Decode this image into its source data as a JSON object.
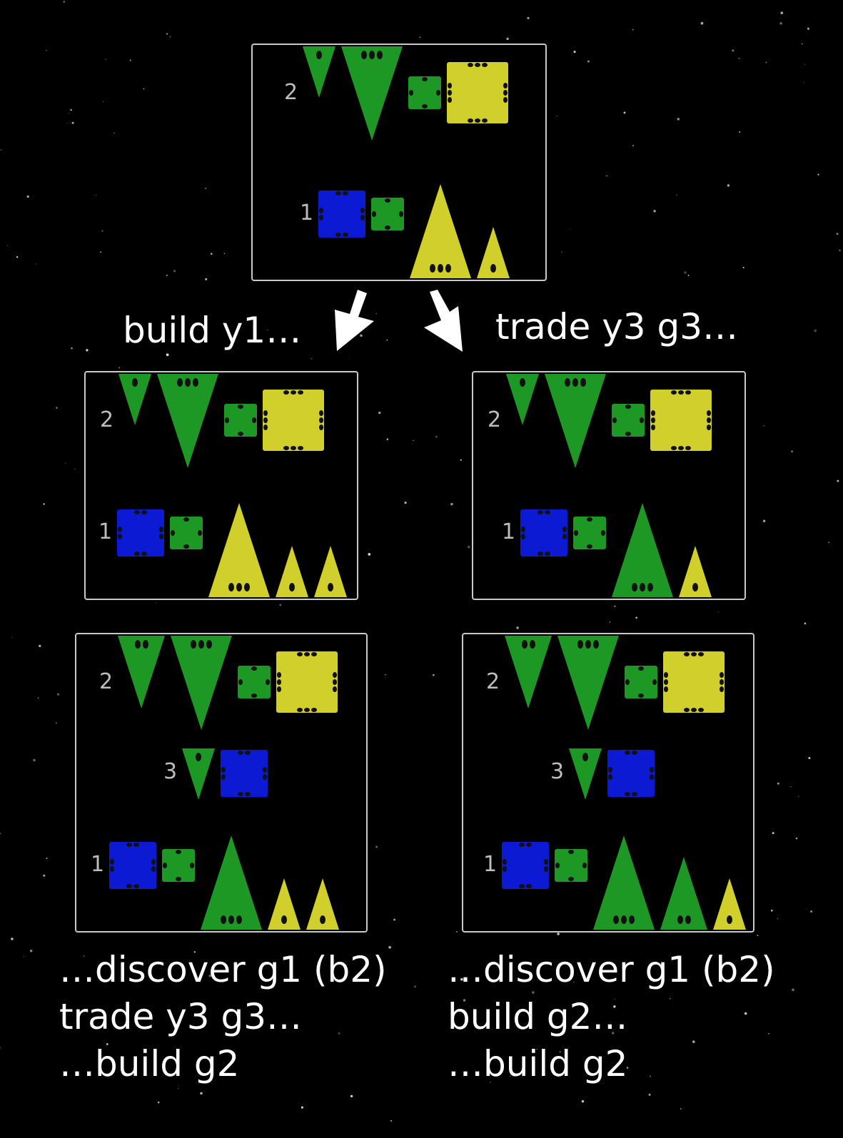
{
  "boards": [
    {
      "id": "start",
      "rows": [
        {
          "number": "2",
          "pieces": [
            {
              "shape": "triangle",
              "color": "green",
              "size": 1,
              "dir": "down"
            },
            {
              "shape": "triangle",
              "color": "green",
              "size": 3,
              "dir": "down"
            },
            {
              "shape": "square",
              "color": "green",
              "size": 1
            },
            {
              "shape": "square",
              "color": "yellow",
              "size": 3
            }
          ]
        },
        {
          "number": "1",
          "pieces": [
            {
              "shape": "square",
              "color": "blue",
              "size": 2
            },
            {
              "shape": "square",
              "color": "green",
              "size": 1
            },
            {
              "shape": "triangle",
              "color": "yellow",
              "size": 3,
              "dir": "up"
            },
            {
              "shape": "triangle",
              "color": "yellow",
              "size": 1,
              "dir": "up"
            }
          ]
        }
      ]
    },
    {
      "id": "after-build-y1",
      "rows": [
        {
          "number": "2",
          "pieces": [
            {
              "shape": "triangle",
              "color": "green",
              "size": 1,
              "dir": "down"
            },
            {
              "shape": "triangle",
              "color": "green",
              "size": 3,
              "dir": "down"
            },
            {
              "shape": "square",
              "color": "green",
              "size": 1
            },
            {
              "shape": "square",
              "color": "yellow",
              "size": 3
            }
          ]
        },
        {
          "number": "1",
          "pieces": [
            {
              "shape": "square",
              "color": "blue",
              "size": 2
            },
            {
              "shape": "square",
              "color": "green",
              "size": 1
            },
            {
              "shape": "triangle",
              "color": "yellow",
              "size": 3,
              "dir": "up"
            },
            {
              "shape": "triangle",
              "color": "yellow",
              "size": 1,
              "dir": "up"
            },
            {
              "shape": "triangle",
              "color": "yellow",
              "size": 1,
              "dir": "up"
            }
          ]
        }
      ]
    },
    {
      "id": "after-trade-y3-g3",
      "rows": [
        {
          "number": "2",
          "pieces": [
            {
              "shape": "triangle",
              "color": "green",
              "size": 1,
              "dir": "down"
            },
            {
              "shape": "triangle",
              "color": "green",
              "size": 3,
              "dir": "down"
            },
            {
              "shape": "square",
              "color": "green",
              "size": 1
            },
            {
              "shape": "square",
              "color": "yellow",
              "size": 3
            }
          ]
        },
        {
          "number": "1",
          "pieces": [
            {
              "shape": "square",
              "color": "blue",
              "size": 2
            },
            {
              "shape": "square",
              "color": "green",
              "size": 1
            },
            {
              "shape": "triangle",
              "color": "green",
              "size": 3,
              "dir": "up"
            },
            {
              "shape": "triangle",
              "color": "yellow",
              "size": 1,
              "dir": "up"
            }
          ]
        }
      ]
    },
    {
      "id": "final-left",
      "rows": [
        {
          "number": "2",
          "pieces": [
            {
              "shape": "triangle",
              "color": "green",
              "size": 2,
              "dir": "down"
            },
            {
              "shape": "triangle",
              "color": "green",
              "size": 3,
              "dir": "down"
            },
            {
              "shape": "square",
              "color": "green",
              "size": 1
            },
            {
              "shape": "square",
              "color": "yellow",
              "size": 3
            }
          ]
        },
        {
          "number": "3",
          "pieces": [
            {
              "shape": "triangle",
              "color": "green",
              "size": 1,
              "dir": "down"
            },
            {
              "shape": "square",
              "color": "blue",
              "size": 2
            }
          ]
        },
        {
          "number": "1",
          "pieces": [
            {
              "shape": "square",
              "color": "blue",
              "size": 2
            },
            {
              "shape": "square",
              "color": "green",
              "size": 1
            },
            {
              "shape": "triangle",
              "color": "green",
              "size": 3,
              "dir": "up"
            },
            {
              "shape": "triangle",
              "color": "yellow",
              "size": 1,
              "dir": "up"
            },
            {
              "shape": "triangle",
              "color": "yellow",
              "size": 1,
              "dir": "up"
            }
          ]
        }
      ]
    },
    {
      "id": "final-right",
      "rows": [
        {
          "number": "2",
          "pieces": [
            {
              "shape": "triangle",
              "color": "green",
              "size": 2,
              "dir": "down"
            },
            {
              "shape": "triangle",
              "color": "green",
              "size": 3,
              "dir": "down"
            },
            {
              "shape": "square",
              "color": "green",
              "size": 1
            },
            {
              "shape": "square",
              "color": "yellow",
              "size": 3
            }
          ]
        },
        {
          "number": "3",
          "pieces": [
            {
              "shape": "triangle",
              "color": "green",
              "size": 1,
              "dir": "down"
            },
            {
              "shape": "square",
              "color": "blue",
              "size": 2
            }
          ]
        },
        {
          "number": "1",
          "pieces": [
            {
              "shape": "square",
              "color": "blue",
              "size": 2
            },
            {
              "shape": "square",
              "color": "green",
              "size": 1
            },
            {
              "shape": "triangle",
              "color": "green",
              "size": 3,
              "dir": "up"
            },
            {
              "shape": "triangle",
              "color": "green",
              "size": 2,
              "dir": "up"
            },
            {
              "shape": "triangle",
              "color": "yellow",
              "size": 1,
              "dir": "up"
            }
          ]
        }
      ]
    }
  ],
  "captions": {
    "left_branch": "build y1…",
    "right_branch": "trade y3 g3…",
    "left_final": [
      "…discover g1 (b2)",
      "trade y3 g3…",
      "…build g2"
    ],
    "right_final": [
      "…discover g1 (b2)",
      "build g2…",
      "…build g2"
    ]
  },
  "colors": {
    "green": "#1e9824",
    "yellow": "#d0cf2c",
    "blue": "#0c1bd3",
    "pip": "#111111",
    "background": "#000000",
    "border": "#c9c9c9",
    "text": "#ffffff",
    "system_number": "#bdbdbd"
  },
  "icons": [
    "down-right-arrow-icon",
    "down-left-arrow-icon"
  ]
}
